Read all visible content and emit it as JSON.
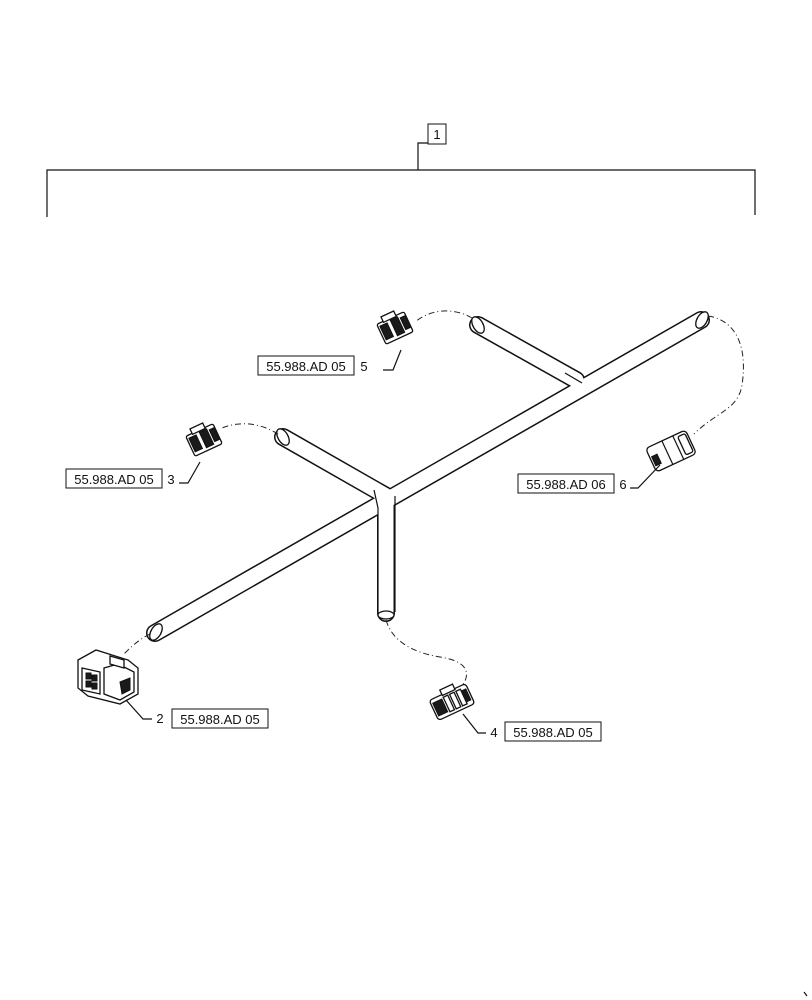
{
  "assembly": {
    "item": "1"
  },
  "callouts": [
    {
      "item": "2",
      "ref": "55.988.AD 05"
    },
    {
      "item": "3",
      "ref": "55.988.AD 05"
    },
    {
      "item": "4",
      "ref": "55.988.AD 05"
    },
    {
      "item": "5",
      "ref": "55.988.AD 05"
    },
    {
      "item": "6",
      "ref": "55.988.AD 06"
    }
  ]
}
